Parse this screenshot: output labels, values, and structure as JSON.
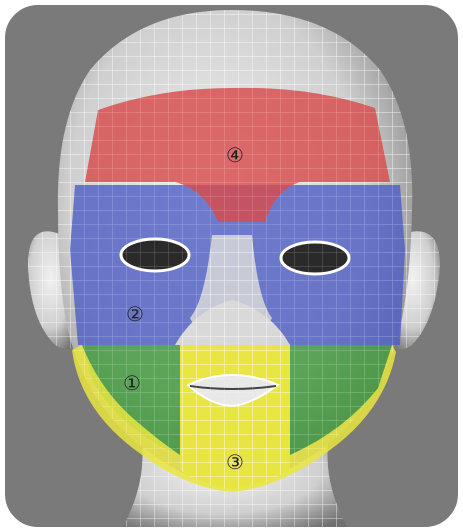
{
  "figure": {
    "background_color": "#7a7a7a",
    "head_color": "#d9d9d9",
    "mesh_color": "#ffffff",
    "regions": [
      {
        "id": "forehead",
        "label": "④",
        "color": "#d84c4c"
      },
      {
        "id": "cheeks-eyes",
        "label": "②",
        "color": "#4a5bc4"
      },
      {
        "id": "lower-cheeks",
        "label": "①",
        "color": "#3f9a3a"
      },
      {
        "id": "chin-jaw",
        "label": "③",
        "color": "#e9e640"
      }
    ]
  }
}
